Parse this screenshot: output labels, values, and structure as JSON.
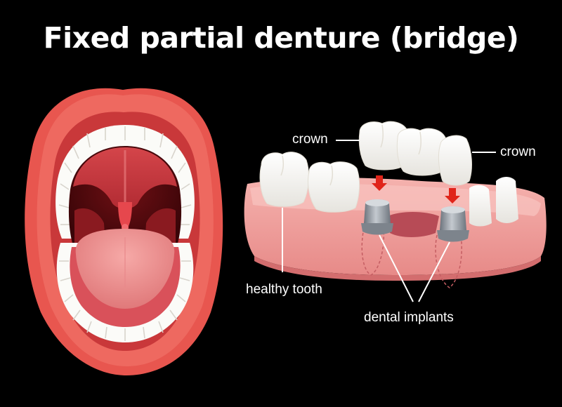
{
  "title": "Fixed partial denture (bridge)",
  "labels": {
    "crown_left": "crown",
    "crown_right": "crown",
    "healthy_tooth": "healthy tooth",
    "dental_implants": "dental implants"
  },
  "colors": {
    "background": "#000000",
    "lips": "#e8564f",
    "gum": "#f2a3a0",
    "tooth": "#fbfbf8",
    "implant_metal": "#9aa0a8",
    "arrow": "#e0241a",
    "text": "#ffffff"
  }
}
